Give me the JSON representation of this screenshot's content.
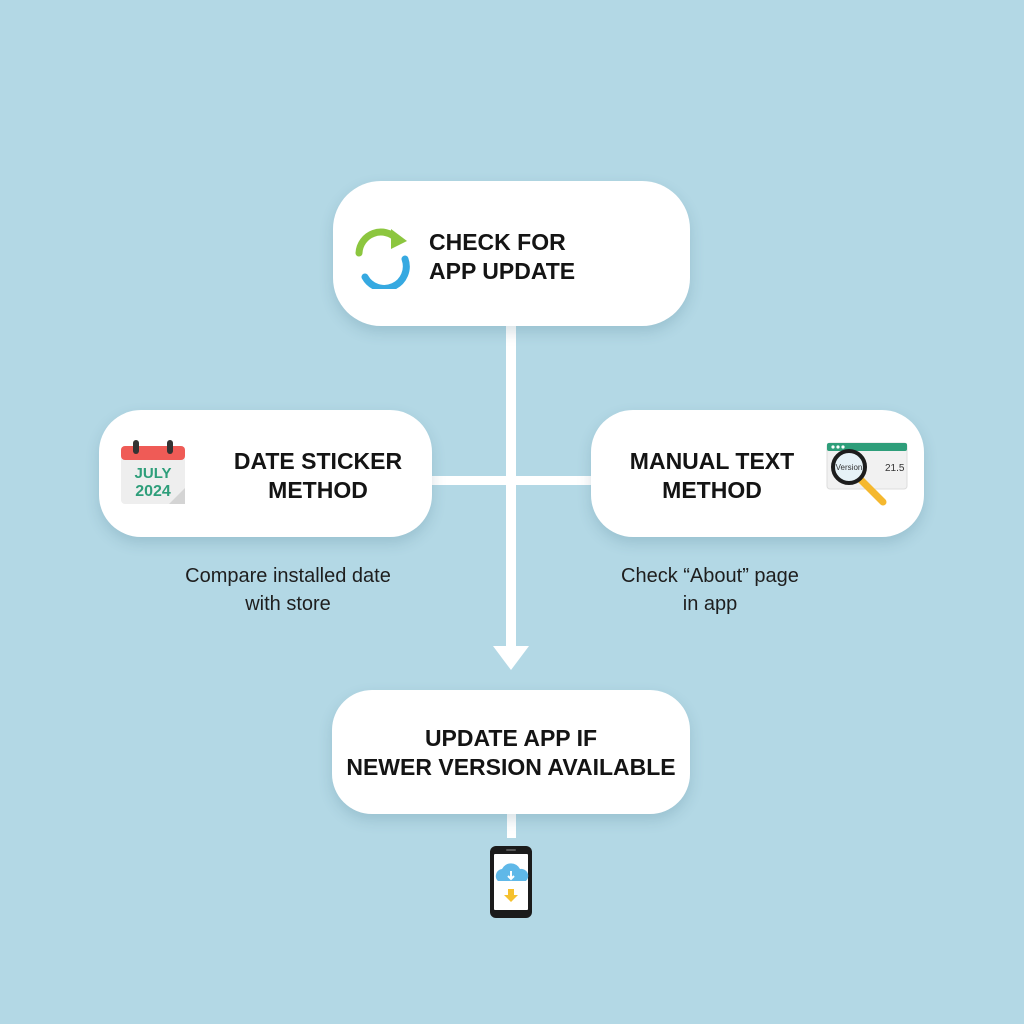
{
  "nodes": {
    "check": {
      "lines": [
        "CHECK FOR",
        "APP UPDATE"
      ],
      "icon": "refresh-icon"
    },
    "date_sticker": {
      "lines": [
        "DATE STICKER",
        "METHOD"
      ],
      "icon": "calendar-icon",
      "calendar_month": "JULY",
      "calendar_year": "2024"
    },
    "manual_text": {
      "lines": [
        "MANUAL TEXT",
        "METHOD"
      ],
      "icon": "magnifier-window-icon",
      "window_label": "Version",
      "window_number": "21.5"
    },
    "update": {
      "lines": [
        "UPDATE APP IF",
        "NEWER VERSION AVAILABLE"
      ],
      "icon": "phone-download-icon"
    }
  },
  "captions": {
    "date_sticker": [
      "Compare installed date",
      "with store"
    ],
    "manual_text": [
      "Check “About” page",
      "in app"
    ]
  },
  "colors": {
    "background": "#b3d8e5",
    "node": "#ffffff",
    "refresh_green": "#8cc63f",
    "refresh_blue": "#36a9e1",
    "calendar_red": "#ef5b56",
    "calendar_text": "#2e9e7a",
    "window_bar": "#2e9e7a",
    "magnifier_handle": "#f5b82e",
    "cloud": "#5fb8e8",
    "download_arrow": "#f5c12e"
  }
}
